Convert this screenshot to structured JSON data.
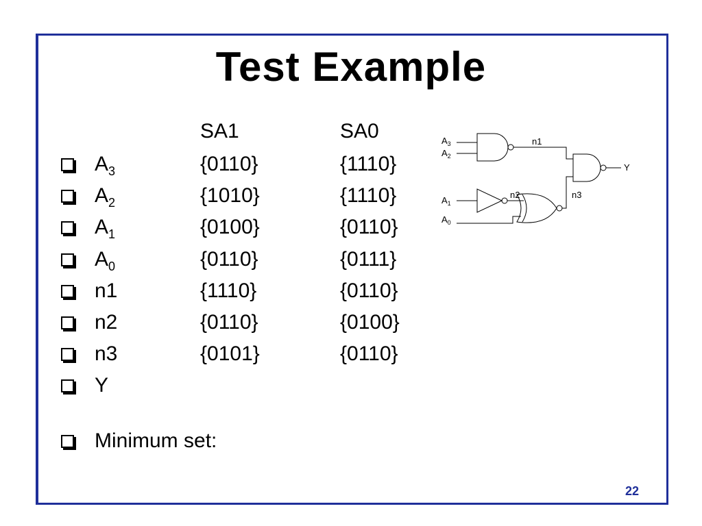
{
  "slide": {
    "title": "Test Example",
    "page_number": "22",
    "frame_color": "#1f2f9a"
  },
  "table": {
    "headers": {
      "sa1": "SA1",
      "sa0": "SA0"
    },
    "rows": [
      {
        "label": "A",
        "sub": "3",
        "sa1": "{0110}",
        "sa0": "{1110}"
      },
      {
        "label": "A",
        "sub": "2",
        "sa1": "{1010}",
        "sa0": "{1110}"
      },
      {
        "label": "A",
        "sub": "1",
        "sa1": "{0100}",
        "sa0": "{0110}"
      },
      {
        "label": "A",
        "sub": "0",
        "sa1": "{0110}",
        "sa0": "{0111}"
      },
      {
        "label": "n1",
        "sub": "",
        "sa1": "{1110}",
        "sa0": "{0110}"
      },
      {
        "label": "n2",
        "sub": "",
        "sa1": "{0110}",
        "sa0": "{0100}"
      },
      {
        "label": "n3",
        "sub": "",
        "sa1": "{0101}",
        "sa0": "{0110}"
      },
      {
        "label": "Y",
        "sub": "",
        "sa1": "",
        "sa0": ""
      }
    ],
    "minimum_set_label": "Minimum set:"
  },
  "circuit": {
    "inputs": [
      {
        "name": "A",
        "sub": "3"
      },
      {
        "name": "A",
        "sub": "2"
      },
      {
        "name": "A",
        "sub": "1"
      },
      {
        "name": "A",
        "sub": "0"
      }
    ],
    "nets": {
      "n1": "n1",
      "n2": "n2",
      "n3": "n3"
    },
    "output": "Y"
  }
}
